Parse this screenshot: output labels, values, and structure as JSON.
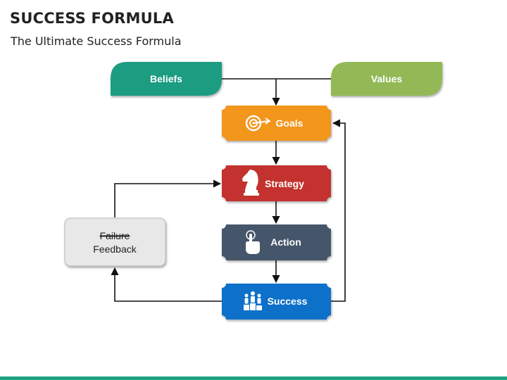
{
  "title": "SUCCESS FORMULA",
  "subtitle": "The Ultimate Success Formula",
  "nodes": {
    "beliefs": "Beliefs",
    "values": "Values",
    "goals": "Goals",
    "strategy": "Strategy",
    "action": "Action",
    "success": "Success",
    "failure": "Failure",
    "feedback": "Feedback"
  },
  "colors": {
    "beliefs": "#1e9c80",
    "values": "#92b957",
    "goals": "#f2961e",
    "strategy": "#c3322e",
    "action": "#44546a",
    "success": "#0e6fc9",
    "feedback_fill": "#e8e8e8",
    "accent_bar": "#1fa37e"
  },
  "icons": {
    "goals": "target-icon",
    "strategy": "chess-knight-icon",
    "action": "pointing-hand-icon",
    "success": "team-podium-icon"
  }
}
